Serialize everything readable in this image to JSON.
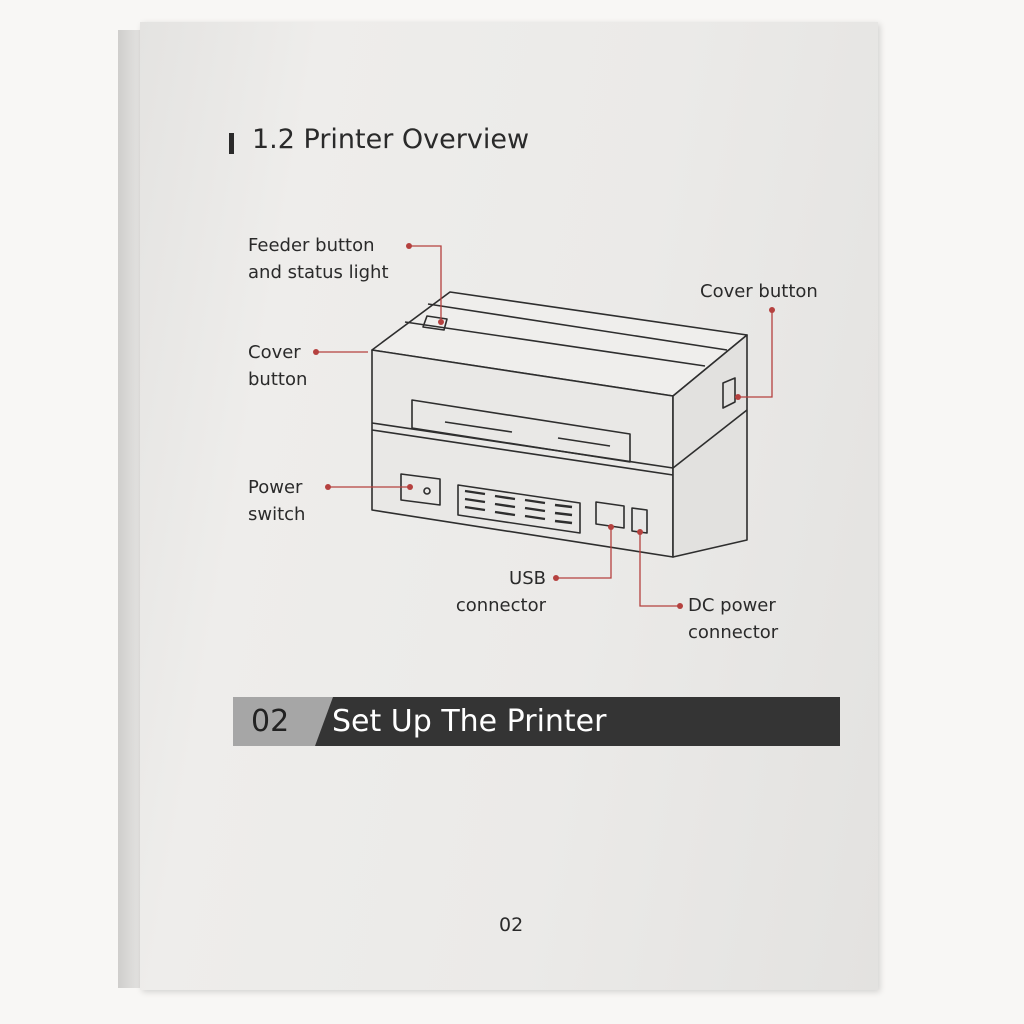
{
  "section_heading": "1.2 Printer Overview",
  "callouts": {
    "feeder": [
      "Feeder button",
      "and status light"
    ],
    "cover_right": "Cover button",
    "cover_left": [
      "Cover",
      "button"
    ],
    "power": [
      "Power",
      "switch"
    ],
    "usb": [
      "USB",
      "connector"
    ],
    "dc": [
      "DC power",
      "connector"
    ]
  },
  "chapter": {
    "number": "02",
    "title": "Set Up The Printer"
  },
  "page_number": "02",
  "colors": {
    "callout": "#b5413f",
    "bar_dark": "#343434",
    "bar_light": "#a6a6a6"
  }
}
